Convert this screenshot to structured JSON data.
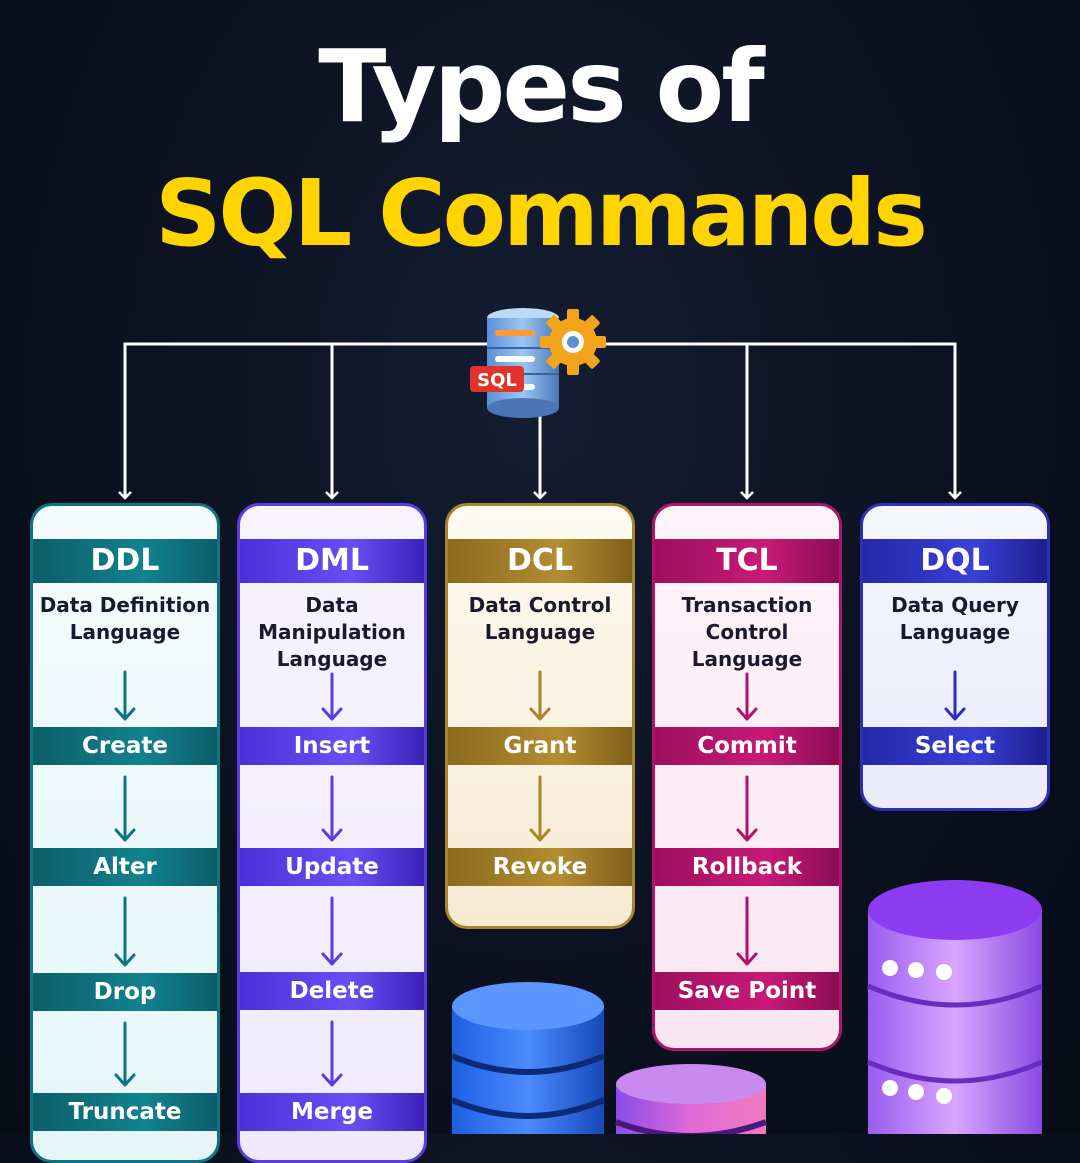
{
  "title": {
    "line1": "Types of",
    "line2": "SQL Commands"
  },
  "hub": {
    "icon": "sql-database-gear-icon",
    "badge": "SQL"
  },
  "colors": {
    "title_white": "#ffffff",
    "title_yellow": "#ffd400",
    "ddl": "#0c7582",
    "dml": "#5a3ce0",
    "dcl": "#a8852c",
    "tcl": "#b0136a",
    "dql": "#2e2fb8"
  },
  "categories": [
    {
      "abbr": "DDL",
      "name_lines": [
        "Data Definition",
        "Language"
      ],
      "commands": [
        "Create",
        "Alter",
        "Drop",
        "Truncate"
      ]
    },
    {
      "abbr": "DML",
      "name_lines": [
        "Data",
        "Manipulation",
        "Language"
      ],
      "commands": [
        "Insert",
        "Update",
        "Delete",
        "Merge"
      ]
    },
    {
      "abbr": "DCL",
      "name_lines": [
        "Data Control",
        "Language"
      ],
      "commands": [
        "Grant",
        "Revoke"
      ]
    },
    {
      "abbr": "TCL",
      "name_lines": [
        "Transaction",
        "Control",
        "Language"
      ],
      "commands": [
        "Commit",
        "Rollback",
        "Save Point"
      ]
    },
    {
      "abbr": "DQL",
      "name_lines": [
        "Data Query",
        "Language"
      ],
      "commands": [
        "Select"
      ]
    }
  ]
}
